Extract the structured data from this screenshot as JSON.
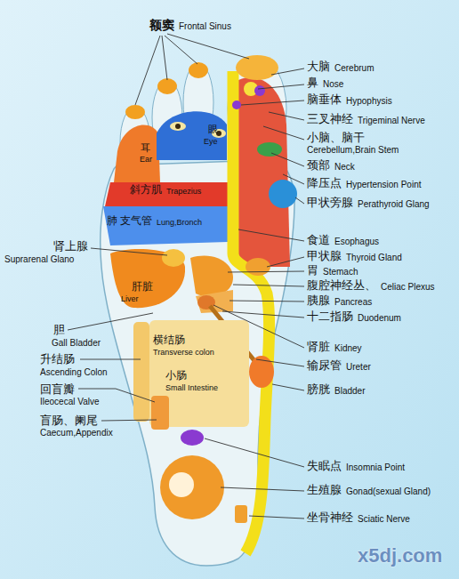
{
  "diagram": {
    "labels": [
      "额窦",
      "Frontal Sinus",
      "大脑",
      "Cerebrum",
      "鼻",
      "Nose",
      "脑垂体",
      "Hypophysis",
      "三叉神经",
      "Trigeminal Nerve",
      "小脑、脑干",
      "Cerebellum,Brain Stem",
      "颈部",
      "Neck",
      "降压点",
      "Hypertension Point",
      "甲状旁腺",
      "Perathyroid Glang",
      "眼",
      "Eye",
      "耳",
      "Ear",
      "斜方肌",
      "Trapezius",
      "肺 支气管",
      "Lung,Bronch",
      "肾上腺",
      "Suprarenal Glano",
      "食道",
      "Esophagus",
      "甲状腺",
      "Thyroid Gland",
      "胃",
      "Stemach",
      "腹腔神经丛、",
      "Celiac Plexus",
      "胰腺",
      "Pancreas",
      "十二指肠",
      "Duodenum",
      "肝脏",
      "Liver",
      "胆",
      "Gall Bladder",
      "横结肠",
      "Transverse colon",
      "肾脏",
      "Kidney",
      "升结肠",
      "Ascending Colon",
      "小肠",
      "Small Intestine",
      "输尿管",
      "Ureter",
      "膀胱",
      "Bladder",
      "回盲瓣",
      "Ileocecal Valve",
      "盲肠、阑尾",
      "Caecum,Appendix",
      "失眠点",
      "Insomnia Point",
      "生殖腺",
      "Gonad(sexual Gland)",
      "坐骨神经",
      "Sciatic Nerve",
      "x5dj.com"
    ]
  }
}
